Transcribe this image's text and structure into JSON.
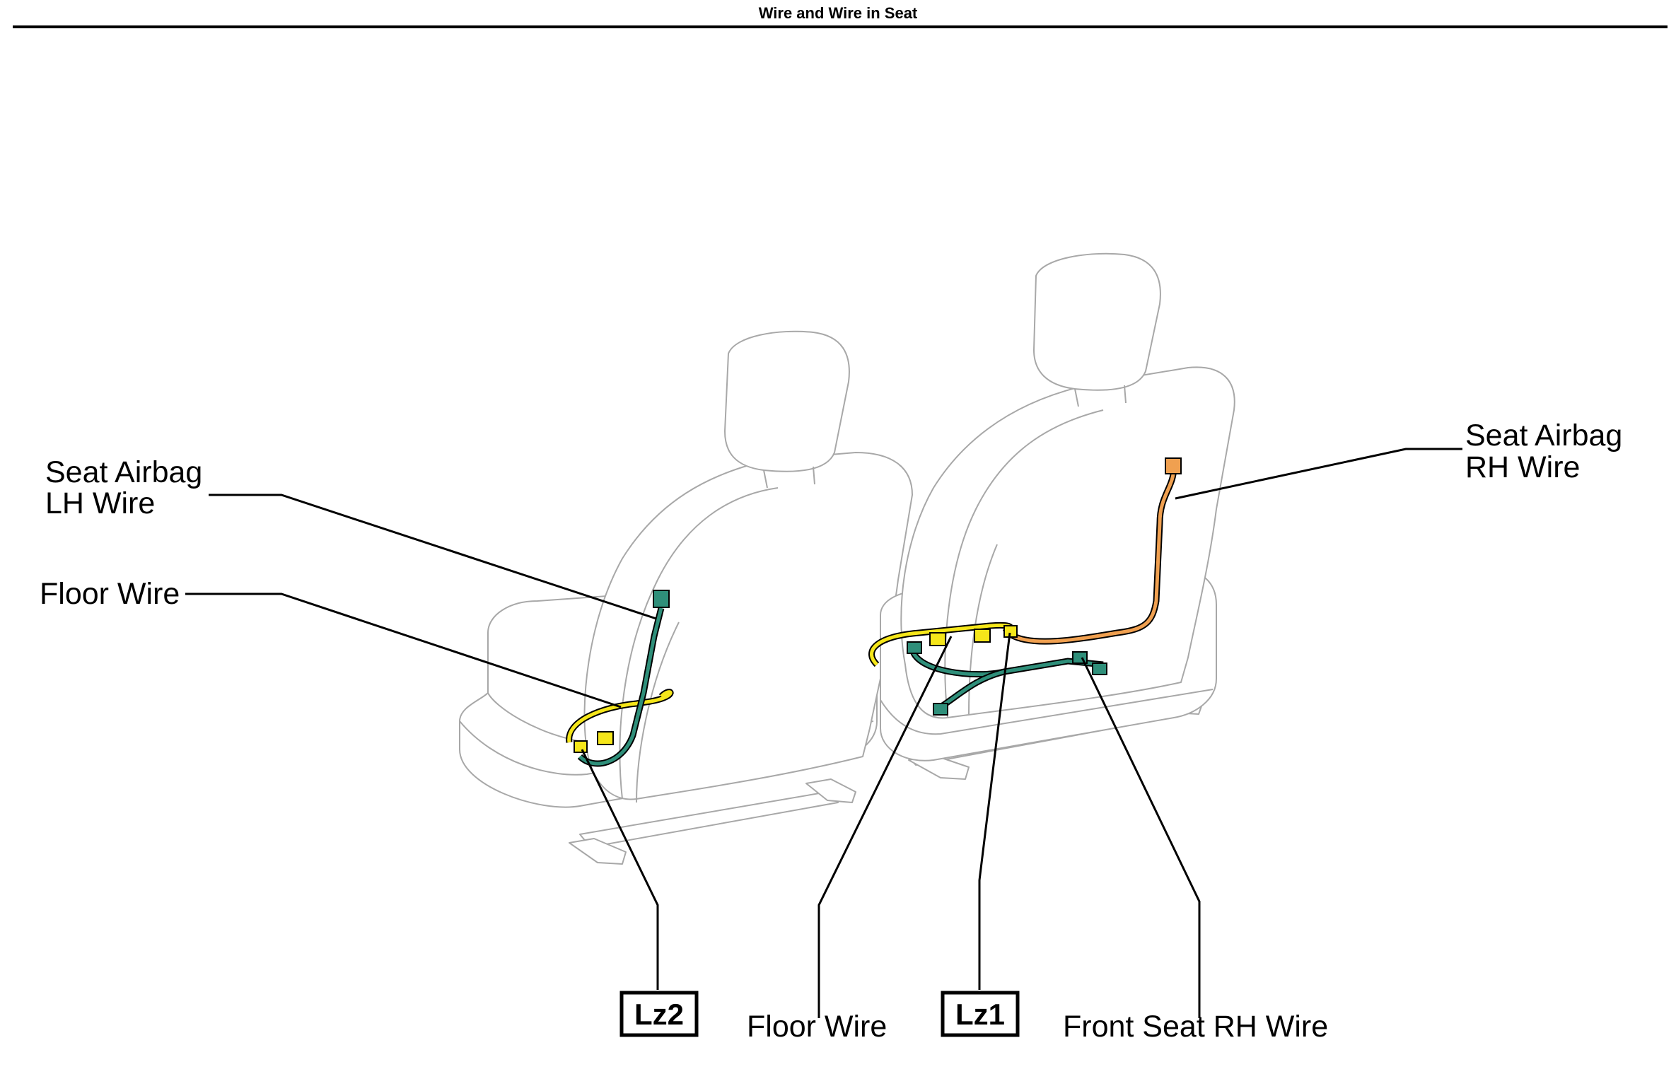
{
  "title": "Wire and Wire in Seat",
  "labels": {
    "seat_airbag_lh": [
      "Seat Airbag",
      "LH Wire"
    ],
    "floor_wire_left": "Floor Wire",
    "seat_airbag_rh": [
      "Seat Airbag",
      "RH Wire"
    ],
    "floor_wire_bottom": "Floor Wire",
    "front_seat_rh": "Front Seat RH Wire"
  },
  "connector_codes": {
    "left": "Lz2",
    "right": "Lz1"
  },
  "colors": {
    "floor_wire": "#f5e61a",
    "seat_airbag_wire": "#2f8f7a",
    "rh_airbag_wire": "#f0a050",
    "seat_outline": "#a8a8a8",
    "leader": "#000000"
  }
}
